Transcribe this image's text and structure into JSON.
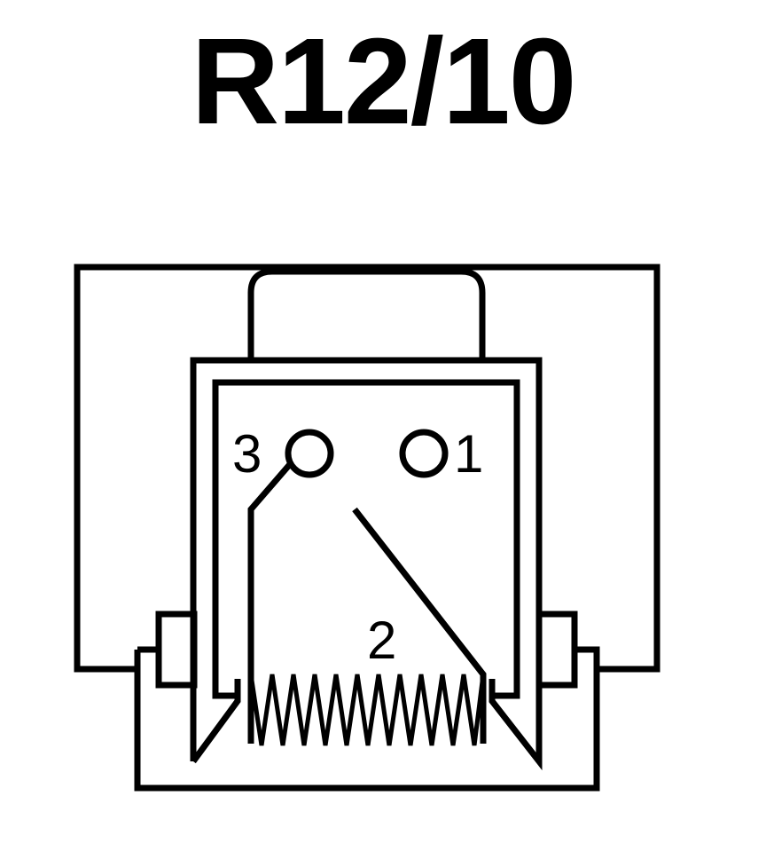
{
  "title": "R12/10",
  "terminals": [
    {
      "id": "3",
      "label": "3"
    },
    {
      "id": "1",
      "label": "1"
    },
    {
      "id": "2",
      "label": "2"
    }
  ],
  "colors": {
    "stroke": "#000000",
    "background": "#ffffff"
  }
}
